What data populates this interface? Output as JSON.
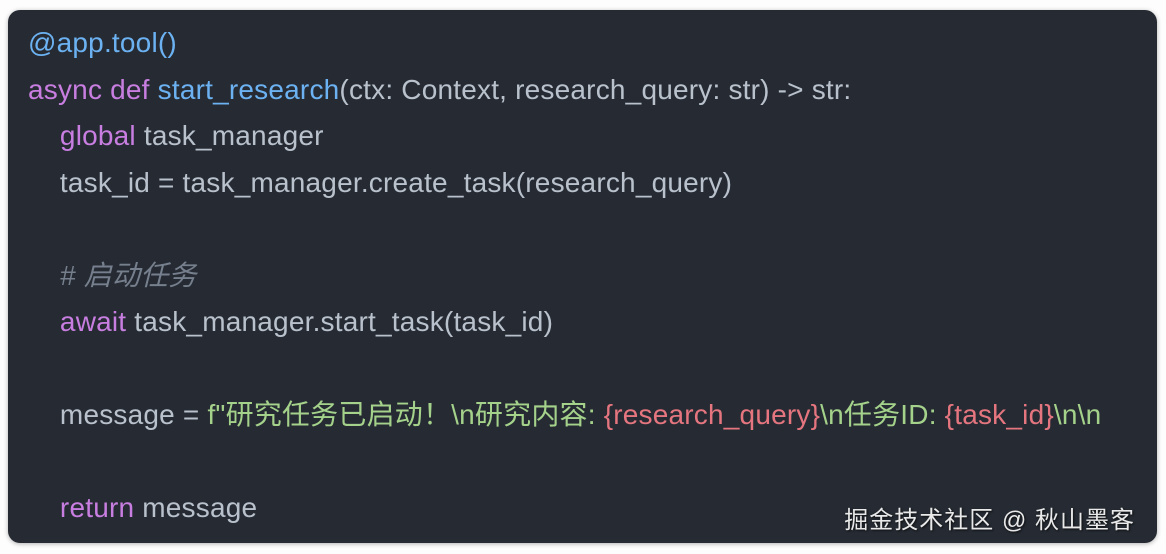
{
  "page": {
    "background": "#fdfdfd"
  },
  "card": {
    "background": "#262b33"
  },
  "colors": {
    "plain": "#b9c1cc",
    "purple": "#c87ee0",
    "blue": "#6cb2f2",
    "green": "#a5d28b",
    "pink": "#e5757f",
    "comment": "#767f8d",
    "watermark": "#e9e9e9"
  },
  "watermark": {
    "text": "掘金技术社区 @ 秋山墨客"
  },
  "code": {
    "language": "python",
    "lines": [
      {
        "tokens": [
          {
            "text": "@app.tool()",
            "style": "blue"
          }
        ]
      },
      {
        "tokens": [
          {
            "text": "async",
            "style": "purple"
          },
          {
            "text": " ",
            "style": "plain"
          },
          {
            "text": "def",
            "style": "purple"
          },
          {
            "text": " ",
            "style": "plain"
          },
          {
            "text": "start_research",
            "style": "blue"
          },
          {
            "text": "(ctx: Context, research_query: str) -> str:",
            "style": "plain"
          }
        ]
      },
      {
        "tokens": [
          {
            "text": "    ",
            "style": "plain"
          },
          {
            "text": "global",
            "style": "purple"
          },
          {
            "text": " task_manager",
            "style": "plain"
          }
        ]
      },
      {
        "tokens": [
          {
            "text": "    task_id = task_manager.create_task(research_query)",
            "style": "plain"
          }
        ]
      },
      {
        "tokens": []
      },
      {
        "tokens": [
          {
            "text": "    ",
            "style": "plain"
          },
          {
            "text": "# 启动任务",
            "style": "comment"
          }
        ]
      },
      {
        "tokens": [
          {
            "text": "    ",
            "style": "plain"
          },
          {
            "text": "await",
            "style": "purple"
          },
          {
            "text": " task_manager.start_task(task_id)",
            "style": "plain"
          }
        ]
      },
      {
        "tokens": []
      },
      {
        "tokens": [
          {
            "text": "    message = ",
            "style": "plain"
          },
          {
            "text": "f\"研究任务已启动！\\n研究内容: ",
            "style": "green"
          },
          {
            "text": "{research_query}",
            "style": "pink"
          },
          {
            "text": "\\n任务ID: ",
            "style": "green"
          },
          {
            "text": "{task_id}",
            "style": "pink"
          },
          {
            "text": "\\n\\n",
            "style": "green"
          }
        ]
      },
      {
        "tokens": []
      },
      {
        "tokens": [
          {
            "text": "    ",
            "style": "plain"
          },
          {
            "text": "return",
            "style": "purple"
          },
          {
            "text": " message",
            "style": "plain"
          }
        ]
      }
    ]
  }
}
